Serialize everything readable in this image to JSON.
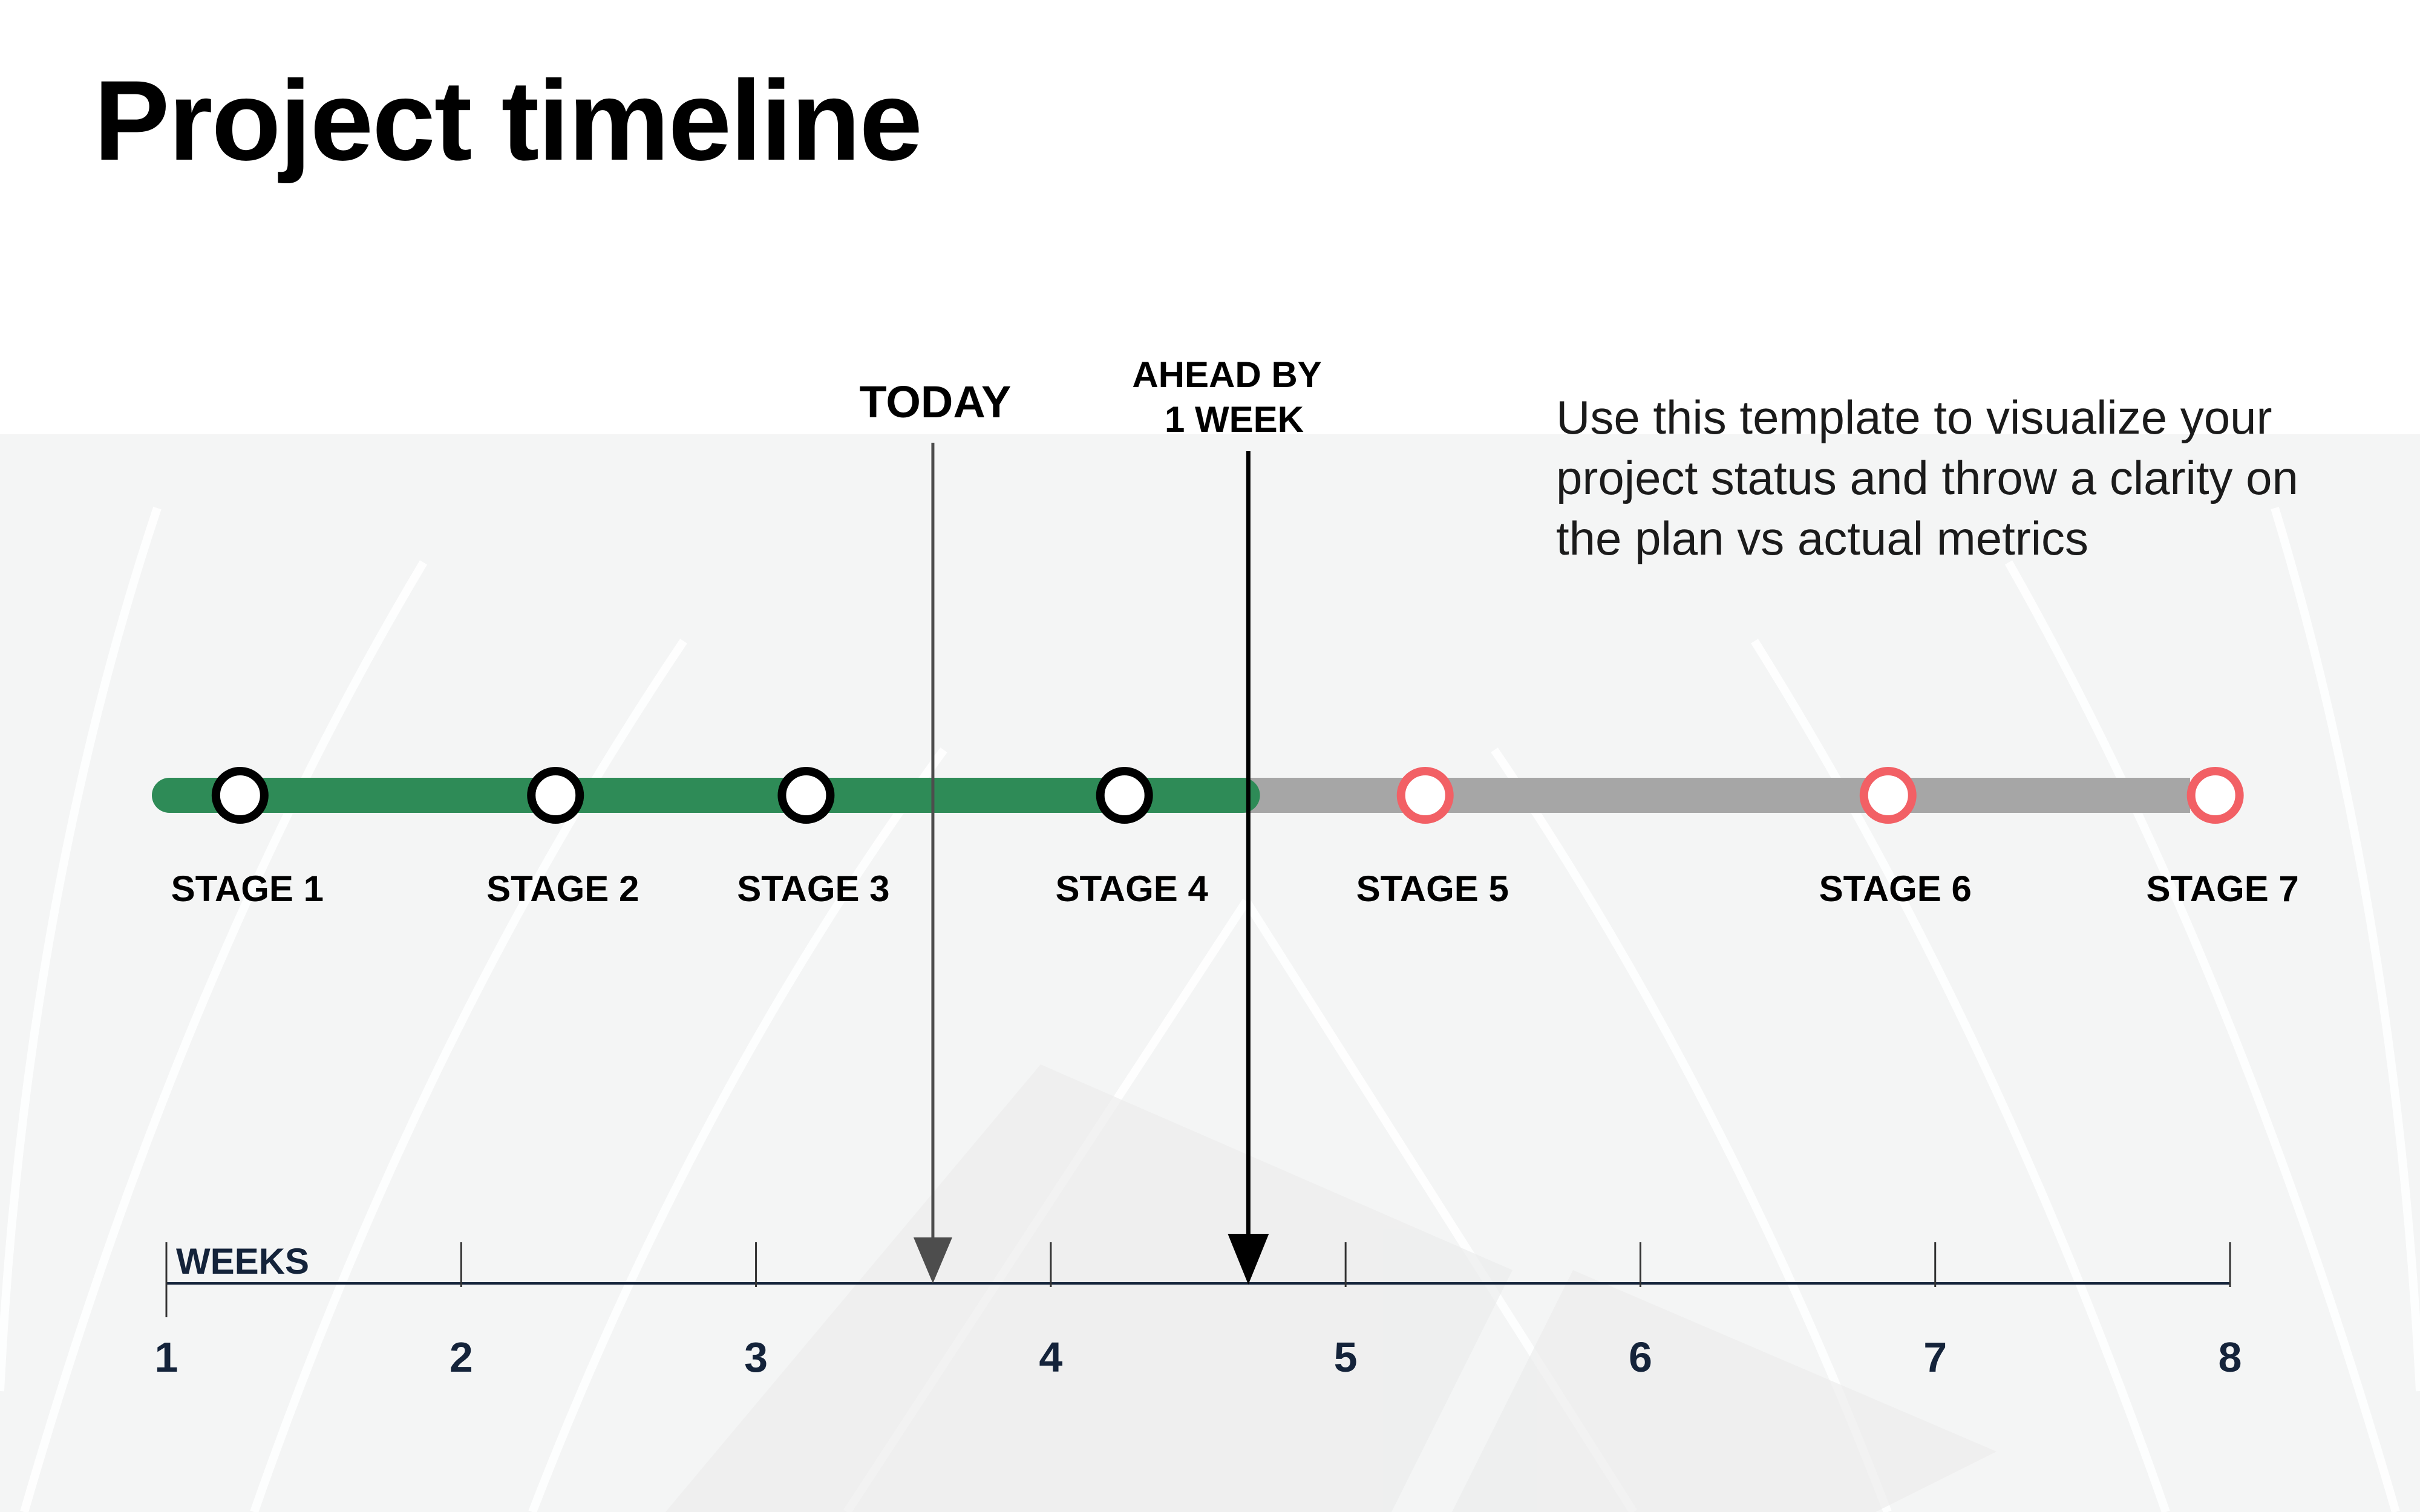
{
  "title": "Project timeline",
  "description": [
    "Use this template to visualize your",
    "project status and throw a clarity on",
    "the plan vs actual metrics"
  ],
  "colors": {
    "completed": "#2e8b57",
    "pending": "#a6a6a6",
    "completed_marker": "#000000",
    "pending_marker": "#f26065",
    "axis": "#14233a",
    "arrow": "#000000",
    "today_arrow": "#4d4d4d"
  },
  "markers": {
    "today": {
      "label": "TODAY",
      "week": 3.6
    },
    "ahead": {
      "label_lines": [
        "AHEAD BY",
        "1 WEEK"
      ],
      "week": 4.67
    }
  },
  "progress_week": 4.65,
  "stages": [
    {
      "label": "STAGE 1",
      "week": 1.25,
      "status": "completed"
    },
    {
      "label": "STAGE 2",
      "week": 2.32,
      "status": "completed"
    },
    {
      "label": "STAGE 3",
      "week": 3.17,
      "status": "completed"
    },
    {
      "label": "STAGE 4",
      "week": 4.25,
      "status": "completed"
    },
    {
      "label": "STAGE 5",
      "week": 5.27,
      "status": "pending"
    },
    {
      "label": "STAGE 6",
      "week": 6.84,
      "status": "pending"
    },
    {
      "label": "STAGE 7",
      "week": 7.95,
      "status": "pending"
    }
  ],
  "axis": {
    "label": "WEEKS",
    "ticks": [
      "1",
      "2",
      "3",
      "4",
      "5",
      "6",
      "7",
      "8"
    ]
  }
}
